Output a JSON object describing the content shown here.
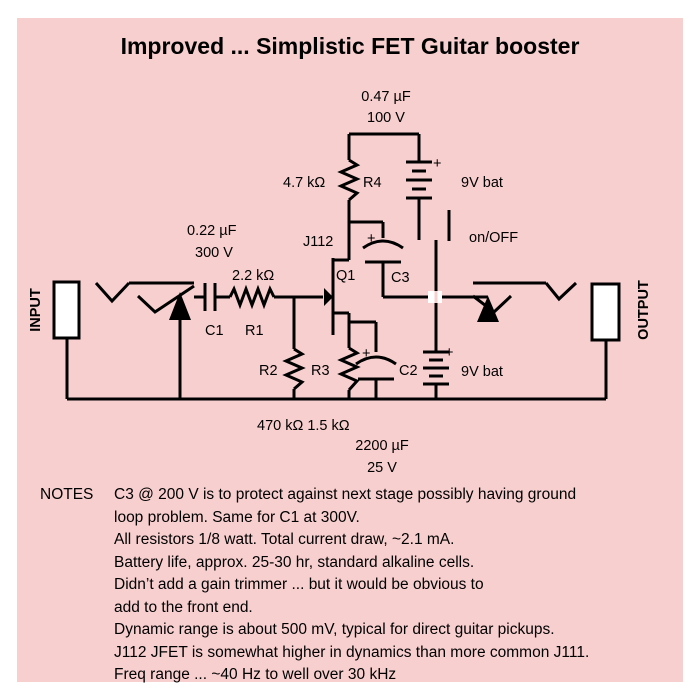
{
  "title": "Improved ... Simplistic FET Guitar booster",
  "colors": {
    "background": "#f8cfcf",
    "ink": "#000000",
    "jack_gap": "#ffffff"
  },
  "labels": {
    "cap_top_value": "0.47 µF",
    "cap_top_voltage": "100 V",
    "r4_value": "4.7 kΩ",
    "r4_name": "R4",
    "bat_top": "9V bat",
    "c1_value": "0.22 µF",
    "c1_voltage": "300 V",
    "j112": "J112",
    "switch": "on/OFF",
    "r1_value": "2.2 kΩ",
    "q1": "Q1",
    "c3": "C3",
    "c1": "C1",
    "r1": "R1",
    "r2": "R2",
    "r3": "R3",
    "c2": "C2",
    "bat_bottom": "9V bat",
    "r2_r3_values": "470 kΩ  1.5 kΩ",
    "c2_value": "2200 µF",
    "c2_voltage": "25 V",
    "input": "INPUT",
    "output": "OUTPUT",
    "plus": "+"
  },
  "notes": {
    "header": "NOTES",
    "lines": [
      "C3 @ 200 V is to protect against next stage possibly having ground",
      "loop problem.   Same for C1 at 300V.",
      "All resistors 1/8 watt.  Total current draw, ~2.1 mA.",
      "Battery life, approx. 25-30 hr, standard alkaline cells.",
      "Didn’t add a gain trimmer ... but it would be obvious to",
      "add to the front end.",
      "Dynamic range is about 500 mV, typical for direct guitar pickups.",
      "J112 JFET is somewhat higher in dynamics than more common J111.",
      "Freq range ... ~40 Hz to well over 30 kHz"
    ]
  }
}
